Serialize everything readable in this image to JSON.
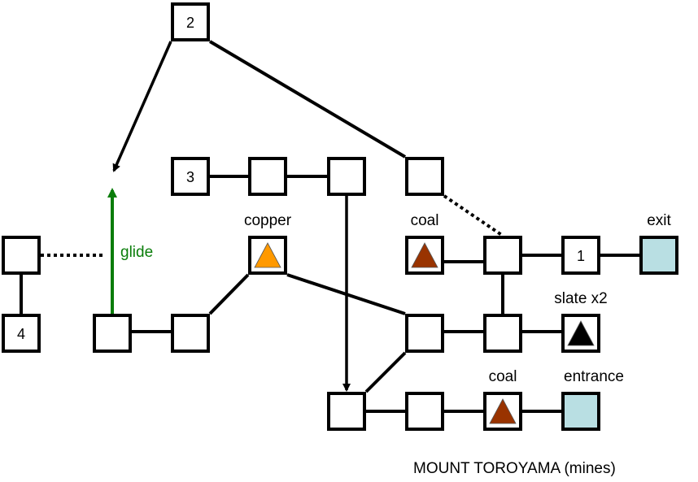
{
  "title": "MOUNT TOROYAMA (mines)",
  "colors": {
    "stroke": "#000000",
    "node_fill": "#ffffff",
    "exit_fill": "#b9dfe3",
    "copper": "#ff9900",
    "coal": "#993300",
    "slate": "#000000",
    "glide": "#0a7d0a"
  },
  "nodes": [
    {
      "id": "n2",
      "text": "2"
    },
    {
      "id": "n3",
      "text": "3"
    },
    {
      "id": "r1b",
      "text": ""
    },
    {
      "id": "r1c",
      "text": ""
    },
    {
      "id": "r1d",
      "text": ""
    },
    {
      "id": "l1",
      "text": ""
    },
    {
      "id": "copper",
      "text": "",
      "label": "copper",
      "item": "copper"
    },
    {
      "id": "coal1",
      "text": "",
      "label": "coal",
      "item": "coal"
    },
    {
      "id": "e",
      "text": ""
    },
    {
      "id": "n1",
      "text": "1"
    },
    {
      "id": "exit",
      "text": "",
      "label": "exit",
      "special": "exit"
    },
    {
      "id": "n4",
      "text": "4"
    },
    {
      "id": "g",
      "text": ""
    },
    {
      "id": "h",
      "text": ""
    },
    {
      "id": "i",
      "text": ""
    },
    {
      "id": "j",
      "text": ""
    },
    {
      "id": "slate",
      "text": "",
      "label": "slate x2",
      "item": "slate"
    },
    {
      "id": "k",
      "text": ""
    },
    {
      "id": "m",
      "text": ""
    },
    {
      "id": "coal2",
      "text": "",
      "label": "coal",
      "item": "coal"
    },
    {
      "id": "entrance",
      "text": "",
      "label": "entrance",
      "special": "exit"
    }
  ],
  "edges": [
    {
      "from": "n3",
      "to": "r1b",
      "style": "solid"
    },
    {
      "from": "r1b",
      "to": "r1c",
      "style": "solid"
    },
    {
      "from": "n2",
      "to": "r1d",
      "style": "solid"
    },
    {
      "from": "r1d",
      "to": "e",
      "style": "dotted"
    },
    {
      "from": "coal1",
      "to": "e",
      "style": "solid"
    },
    {
      "from": "e",
      "to": "n1",
      "style": "solid"
    },
    {
      "from": "n1",
      "to": "exit",
      "style": "solid"
    },
    {
      "from": "e",
      "to": "j",
      "style": "solid"
    },
    {
      "from": "l1",
      "to": "n4",
      "style": "solid"
    },
    {
      "from": "l1",
      "to": "glide",
      "style": "dotted"
    },
    {
      "from": "g",
      "to": "h",
      "style": "solid"
    },
    {
      "from": "h",
      "to": "copper",
      "style": "solid"
    },
    {
      "from": "copper",
      "to": "i",
      "style": "solid"
    },
    {
      "from": "i",
      "to": "j",
      "style": "solid"
    },
    {
      "from": "j",
      "to": "slate",
      "style": "solid"
    },
    {
      "from": "i",
      "to": "k",
      "style": "solid"
    },
    {
      "from": "k",
      "to": "m",
      "style": "solid"
    },
    {
      "from": "m",
      "to": "coal2",
      "style": "solid"
    },
    {
      "from": "coal2",
      "to": "entrance",
      "style": "solid"
    },
    {
      "from": "r1c",
      "to": "k",
      "style": "arrow"
    },
    {
      "from": "n2",
      "to": "glide-top",
      "style": "arrow"
    },
    {
      "from": "g",
      "to": "glide-top",
      "style": "glide-arrow",
      "label": "glide"
    }
  ],
  "glide_label": "glide"
}
